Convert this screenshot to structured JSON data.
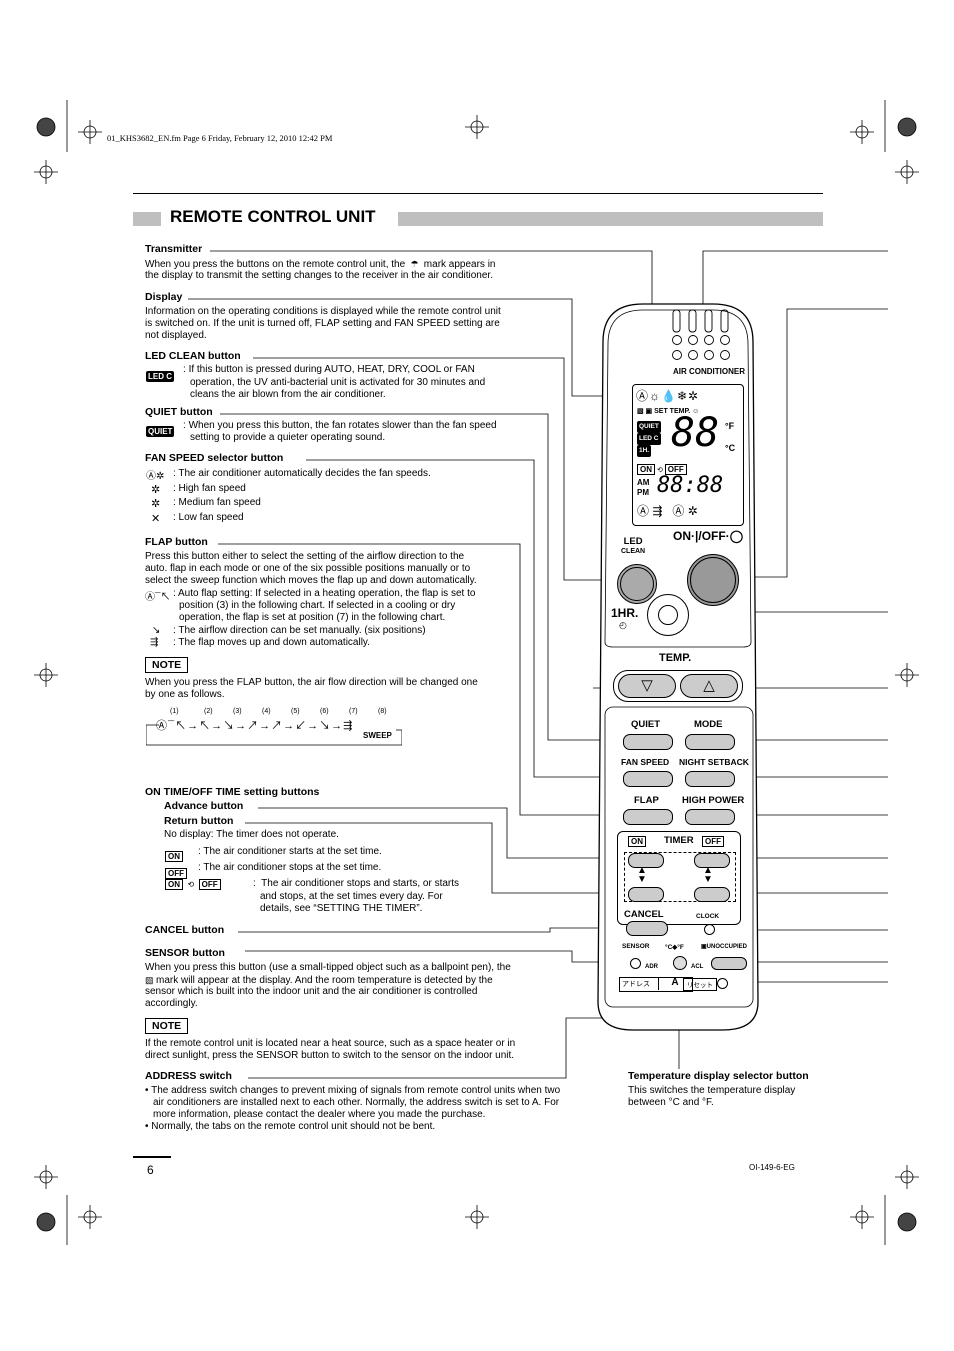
{
  "file_line": "01_KHS3682_EN.fm  Page 6  Friday, February 12, 2010  12:42 PM",
  "section_title": "REMOTE CONTROL UNIT",
  "transmitter": {
    "heading": "Transmitter",
    "text1": "When you press the buttons on the remote control unit, the",
    "text2": "mark appears in",
    "text3": "the display to transmit the setting changes to the receiver in the air conditioner."
  },
  "display": {
    "heading": "Display",
    "lines": [
      "Information on the operating conditions is displayed while the remote control unit",
      "is switched on. If the unit is turned off, FLAP setting and FAN SPEED setting are",
      "not displayed."
    ]
  },
  "led_clean": {
    "heading": "LED CLEAN button",
    "icon": "LED C",
    "lines": [
      "If this button is pressed during AUTO, HEAT, DRY, COOL or FAN",
      "operation, the UV anti-bacterial unit is activated for 30 minutes and",
      "cleans the air blown from the air conditioner."
    ]
  },
  "quiet": {
    "heading": "QUIET button",
    "icon": "QUIET",
    "lines": [
      "When you press this button, the fan rotates slower than the fan speed",
      "setting to provide a quieter operating sound."
    ]
  },
  "fan_speed": {
    "heading": "FAN SPEED selector button",
    "items": [
      ": The air conditioner automatically decides the fan speeds.",
      ": High fan speed",
      ": Medium fan speed",
      ": Low fan speed"
    ]
  },
  "flap": {
    "heading": "FLAP button",
    "lines": [
      "Press this button either to select the setting of the airflow direction to the",
      "auto. flap in each mode or one of the six possible positions manually or to",
      "select the sweep function which moves the flap up and down automatically."
    ],
    "auto_lines": [
      ": Auto flap setting: If selected in a heating operation, the flap is set to",
      "position (3) in the following chart. If selected in a cooling or dry",
      "operation, the flap is set at position (7) in the following chart."
    ],
    "manual": ": The airflow direction can be set manually. (six positions)",
    "sweep": ": The flap moves up and down automatically."
  },
  "note1": {
    "label": "NOTE",
    "lines": [
      "When you press the FLAP button, the air flow direction will be changed one",
      "by one as follows."
    ]
  },
  "flap_chart": {
    "positions": [
      "(1)",
      "(2)",
      "(3)",
      "(4)",
      "(5)",
      "(6)",
      "(7)",
      "(8)"
    ],
    "sweep_label": "SWEEP"
  },
  "timer": {
    "heading": "ON TIME/OFF TIME setting buttons",
    "advance": "Advance button",
    "return": "Return button",
    "no_display": "No display: The timer does not operate.",
    "on_text": ": The air conditioner starts at the set time.",
    "off_text": ": The air conditioner stops at the set time.",
    "both_lines": [
      "The air conditioner stops and starts, or starts",
      "and stops, at the set times every day. For",
      "details, see “SETTING THE TIMER”."
    ],
    "on_icon": "ON",
    "off_icon": "OFF"
  },
  "cancel": {
    "heading": "CANCEL button"
  },
  "sensor": {
    "heading": "SENSOR button",
    "lines": [
      "When you press this button (use a small-tipped object such as a ballpoint pen), the",
      "mark will appear at the display. And the room temperature is detected by the",
      "sensor which is built into the indoor unit and the air conditioner is controlled",
      "accordingly."
    ]
  },
  "note2": {
    "label": "NOTE",
    "lines": [
      "If the remote control unit is located near a heat source, such as a space heater or in",
      "direct sunlight, press the SENSOR button to switch to the sensor on the indoor unit."
    ]
  },
  "address": {
    "heading": "ADDRESS switch",
    "bullets": [
      "• The address switch changes to prevent mixing of signals from remote control units when two",
      "air conditioners are installed next to each other. Normally, the address switch is set to A. For",
      "more information, please contact the dealer where you made the purchase.",
      "• Normally, the tabs on the remote control unit should not be bent."
    ]
  },
  "temp_selector": {
    "heading": "Temperature display selector button",
    "lines": [
      "This switches the temperature display",
      "between °C and °F."
    ]
  },
  "remote": {
    "brand": "AIR CONDITIONER",
    "set_temp": "SET TEMP.",
    "digits": "88",
    "deg_f": "°F",
    "deg_c": "°C",
    "quiet": "QUIET",
    "led_c": "LED C",
    "one_hr": "1H.",
    "am": "AM",
    "pm": "PM",
    "clock_digits": "88:88",
    "led": "LED",
    "clean": "CLEAN",
    "onoff": "ON·|/OFF·",
    "onehr_btn": "1HR.",
    "temp": "TEMP.",
    "quiet_btn": "QUIET",
    "mode_btn": "MODE",
    "fan_btn": "FAN SPEED",
    "night_btn": "NIGHT SETBACK",
    "flap_btn": "FLAP",
    "high_btn": "HIGH POWER",
    "timer_lbl": "TIMER",
    "on_lbl": "ON",
    "off_lbl": "OFF",
    "cancel_btn": "CANCEL",
    "clock_btn": "CLOCK",
    "sensor_btn": "SENSOR",
    "cf_btn": "°C◆°F",
    "unocc_btn": "UNOCCUPIED",
    "adr": "ADR",
    "acl": "ACL",
    "adoresu": "アドレス",
    "a_switch": "A",
    "reset": "リセット"
  },
  "page_number": "6",
  "doc_code": "OI-149-6-EG"
}
